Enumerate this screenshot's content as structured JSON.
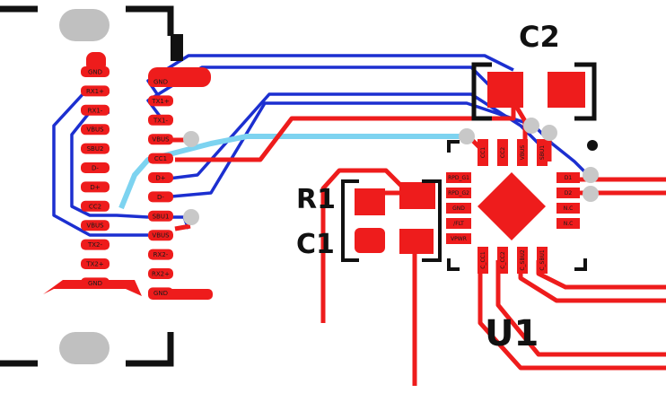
{
  "colors": {
    "background": "#ffffff",
    "top_copper": "#ee1c1c",
    "bottom_copper": "#1c2fd0",
    "highlight_trace": "#7dd3f0",
    "silkscreen": "#111111",
    "via": "#c8c8c8",
    "mount_hole": "#c0c0c0"
  },
  "usb_connector": {
    "left_pins": [
      "GND",
      "RX1+",
      "RX1-",
      "VBUS",
      "SBU2",
      "D-",
      "D+",
      "CC2",
      "VBUS",
      "TX2-",
      "TX2+",
      "GND"
    ],
    "right_pins": [
      "GND",
      "TX1+",
      "TX1-",
      "VBUS",
      "CC1",
      "D+",
      "D-",
      "SBU1",
      "VBUS",
      "RX2-",
      "RX2+",
      "GND"
    ]
  },
  "u1": {
    "designator": "U1",
    "left_pins": [
      "RPD_G1",
      "RPD_G2",
      "GND",
      "/FLT",
      "VPWR"
    ],
    "top_pins": [
      "CC1",
      "CC2",
      "VBUS",
      "SBU1"
    ],
    "right_pins": [
      "D1",
      "D2",
      "N.C",
      "N.C"
    ],
    "bottom_pins": [
      "C_CC1",
      "C_CC2",
      "C_SBU2",
      "C_SBU1"
    ]
  },
  "components": {
    "c2": "C2",
    "r1": "R1",
    "c1": "C1"
  }
}
